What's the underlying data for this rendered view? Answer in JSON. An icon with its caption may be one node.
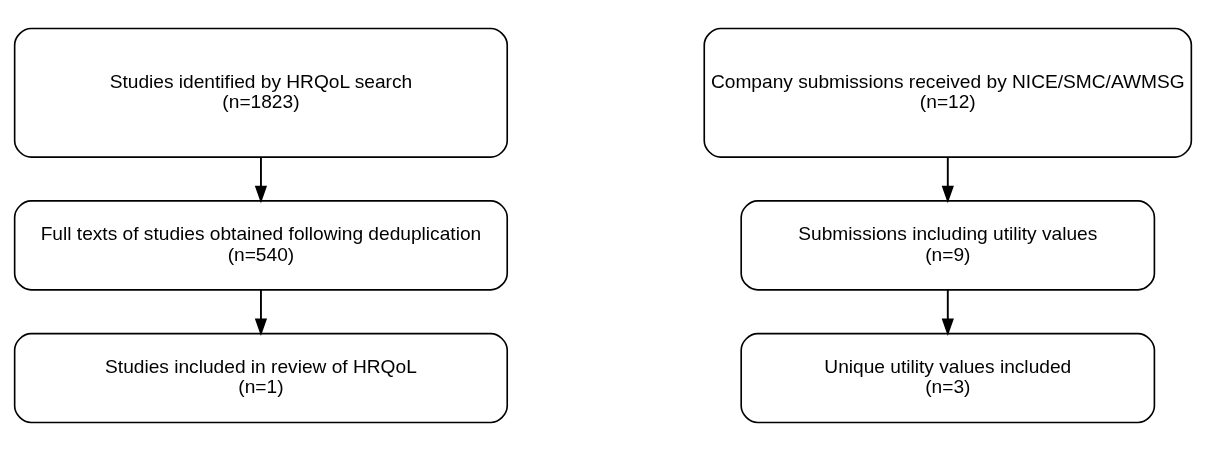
{
  "diagram": {
    "nodes": [
      {
        "text": [
          "Studies identified by HRQoL search",
          "(n=1823)"
        ]
      },
      {
        "text": [
          "Full texts of studies obtained following deduplication",
          "(n=540)"
        ]
      },
      {
        "text": [
          "Studies included in review of HRQoL",
          "(n=1)"
        ]
      },
      {
        "text": [
          "Company submissions received by NICE/SMC/AWMSG",
          "(n=12)"
        ]
      },
      {
        "text": [
          "Submissions including utility values",
          "(n=9)"
        ]
      },
      {
        "text": [
          "Unique utility values included",
          "(n=3)"
        ]
      }
    ],
    "edges": [
      {
        "from": 0,
        "to": 1,
        "arrow": "to"
      },
      {
        "from": 1,
        "to": 2,
        "arrow": "to"
      },
      {
        "from": 3,
        "to": 4,
        "arrow": "to"
      },
      {
        "from": 4,
        "to": 5,
        "arrow": "to"
      }
    ]
  }
}
